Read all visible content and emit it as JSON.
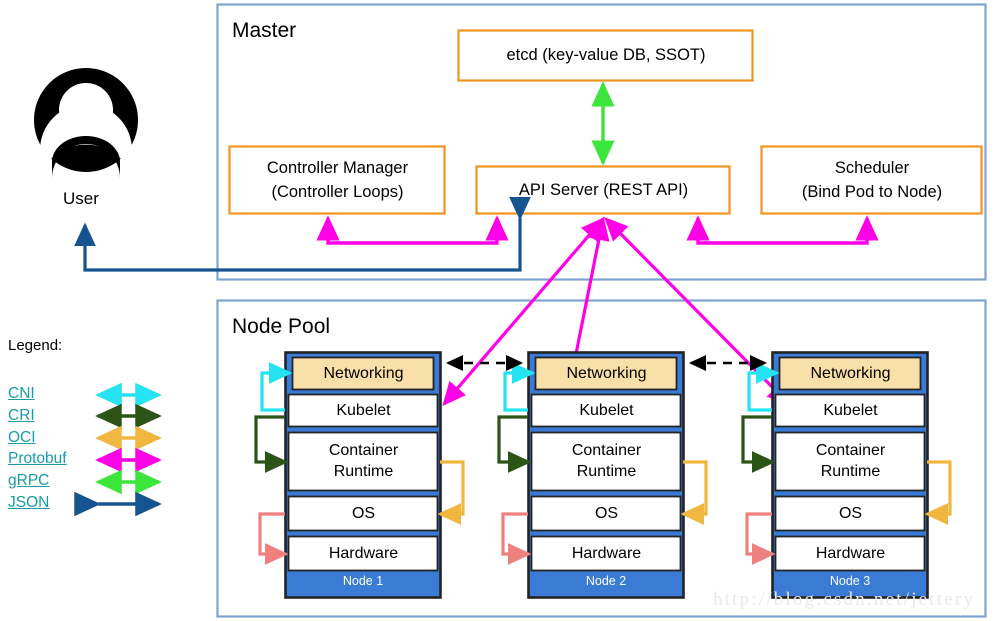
{
  "diagram": {
    "title_master": "Master",
    "title_nodepool": "Node Pool",
    "watermark": "http://blog.csdn.net/jettery"
  },
  "actor": {
    "label": "User",
    "icon": "user-avatar-icon"
  },
  "master": {
    "label": "Master",
    "boxes": [
      {
        "id": "etcd",
        "line1": "etcd (key-value DB, SSOT)",
        "line2": ""
      },
      {
        "id": "controller-manager",
        "line1": "Controller Manager",
        "line2": "(Controller Loops)"
      },
      {
        "id": "api-server",
        "line1": "API Server (REST API)",
        "line2": ""
      },
      {
        "id": "scheduler",
        "line1": "Scheduler",
        "line2": "(Bind Pod to Node)"
      }
    ]
  },
  "node_pool": {
    "label": "Node Pool",
    "layer_names": [
      "Networking",
      "Kubelet",
      "Container Runtime",
      "OS",
      "Hardware"
    ],
    "nodes": [
      {
        "caption": "Node 1",
        "layers": [
          {
            "name": "Networking",
            "line1": "Networking",
            "line2": ""
          },
          {
            "name": "Kubelet",
            "line1": "Kubelet",
            "line2": ""
          },
          {
            "name": "Container Runtime",
            "line1": "Container",
            "line2": "Runtime"
          },
          {
            "name": "OS",
            "line1": "OS",
            "line2": ""
          },
          {
            "name": "Hardware",
            "line1": "Hardware",
            "line2": ""
          }
        ]
      },
      {
        "caption": "Node 2",
        "layers": [
          {
            "name": "Networking",
            "line1": "Networking",
            "line2": ""
          },
          {
            "name": "Kubelet",
            "line1": "Kubelet",
            "line2": ""
          },
          {
            "name": "Container Runtime",
            "line1": "Container",
            "line2": "Runtime"
          },
          {
            "name": "OS",
            "line1": "OS",
            "line2": ""
          },
          {
            "name": "Hardware",
            "line1": "Hardware",
            "line2": ""
          }
        ]
      },
      {
        "caption": "Node 3",
        "layers": [
          {
            "name": "Networking",
            "line1": "Networking",
            "line2": ""
          },
          {
            "name": "Kubelet",
            "line1": "Kubelet",
            "line2": ""
          },
          {
            "name": "Container Runtime",
            "line1": "Container",
            "line2": "Runtime"
          },
          {
            "name": "OS",
            "line1": "OS",
            "line2": ""
          },
          {
            "name": "Hardware",
            "line1": "Hardware",
            "line2": ""
          }
        ]
      }
    ]
  },
  "legend": {
    "title": "Legend:",
    "items": [
      {
        "label": "CNI",
        "color": "#25E3F0"
      },
      {
        "label": "CRI",
        "color": "#2C5416"
      },
      {
        "label": "OCI",
        "color": "#F0B740"
      },
      {
        "label": "Protobuf",
        "color": "#FF00E6"
      },
      {
        "label": "gRPC",
        "color": "#3BE53B"
      },
      {
        "label": "JSON",
        "color": "#15548F"
      }
    ]
  },
  "colors": {
    "group_border": "#7FA3CE",
    "master_box_border": "#F0941F",
    "node_fill": "#3A7BD5",
    "node_border": "#232323",
    "layer_fill": "#FFFFFF",
    "networking_fill": "#F9DFA8",
    "user_icon": "#000000",
    "json_blue": "#15548F",
    "protobuf_magenta": "#FF00E6",
    "grpc_green": "#3BE53B",
    "cni_cyan": "#25E3F0",
    "cri_green": "#2C5416",
    "oci_gold": "#F0B740",
    "hw_salmon": "#EE8080",
    "dashed_black": "#000000",
    "legend_text": "#1a9ba8"
  }
}
